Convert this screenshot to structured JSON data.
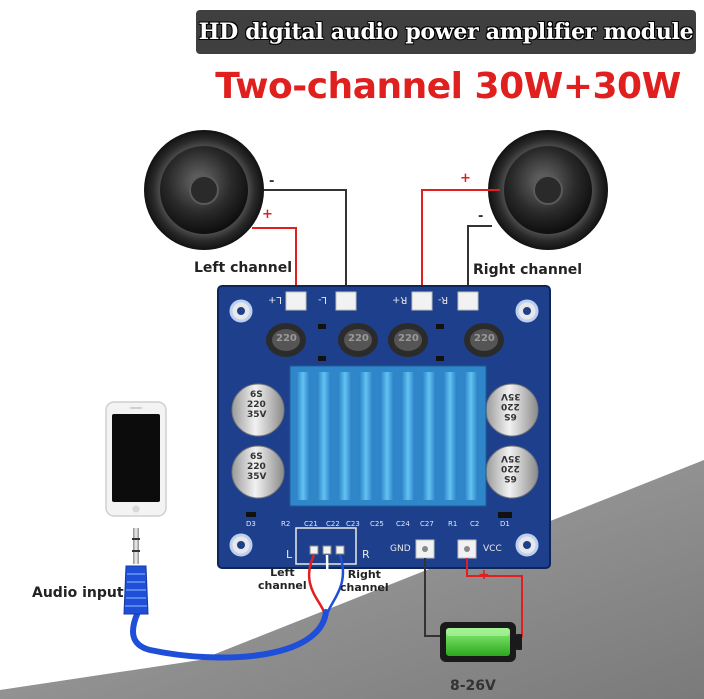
{
  "title": "HD digital audio power amplifier module",
  "subtitle": "Two-channel 30W+30W",
  "labels": {
    "left_channel": "Left channel",
    "right_channel": "Right channel",
    "audio_input": "Audio input",
    "left_channel_wire": [
      "Left",
      "channel"
    ],
    "right_channel_wire": [
      "Right",
      "channel"
    ],
    "voltage": "8-26V"
  },
  "board": {
    "terminal_labels": [
      "L+",
      "L-",
      "R+",
      "R-"
    ],
    "power_terminal_labels": [
      "GND",
      "VCC"
    ],
    "input_terminal_labels": [
      "L",
      "R"
    ],
    "inductor_value": "220",
    "capacitor_lines": [
      "6S",
      "220",
      "35V"
    ],
    "component_refs": [
      "D3",
      "R2",
      "C21",
      "C22",
      "C23",
      "C25",
      "C24",
      "C27",
      "R1",
      "C2",
      "D1"
    ]
  },
  "polarity": {
    "plus": "+",
    "minus": "-"
  },
  "colors": {
    "title_bg": "#3f3f3f",
    "subtitle": "#e01f1f",
    "pcb": "#1e3f8c",
    "heatsink": "#3fa0e0",
    "positive_wire": "#e02020",
    "negative_wire": "#333333",
    "audio_cable": "#1f4fd8",
    "battery_fill": "#4fd23a"
  }
}
